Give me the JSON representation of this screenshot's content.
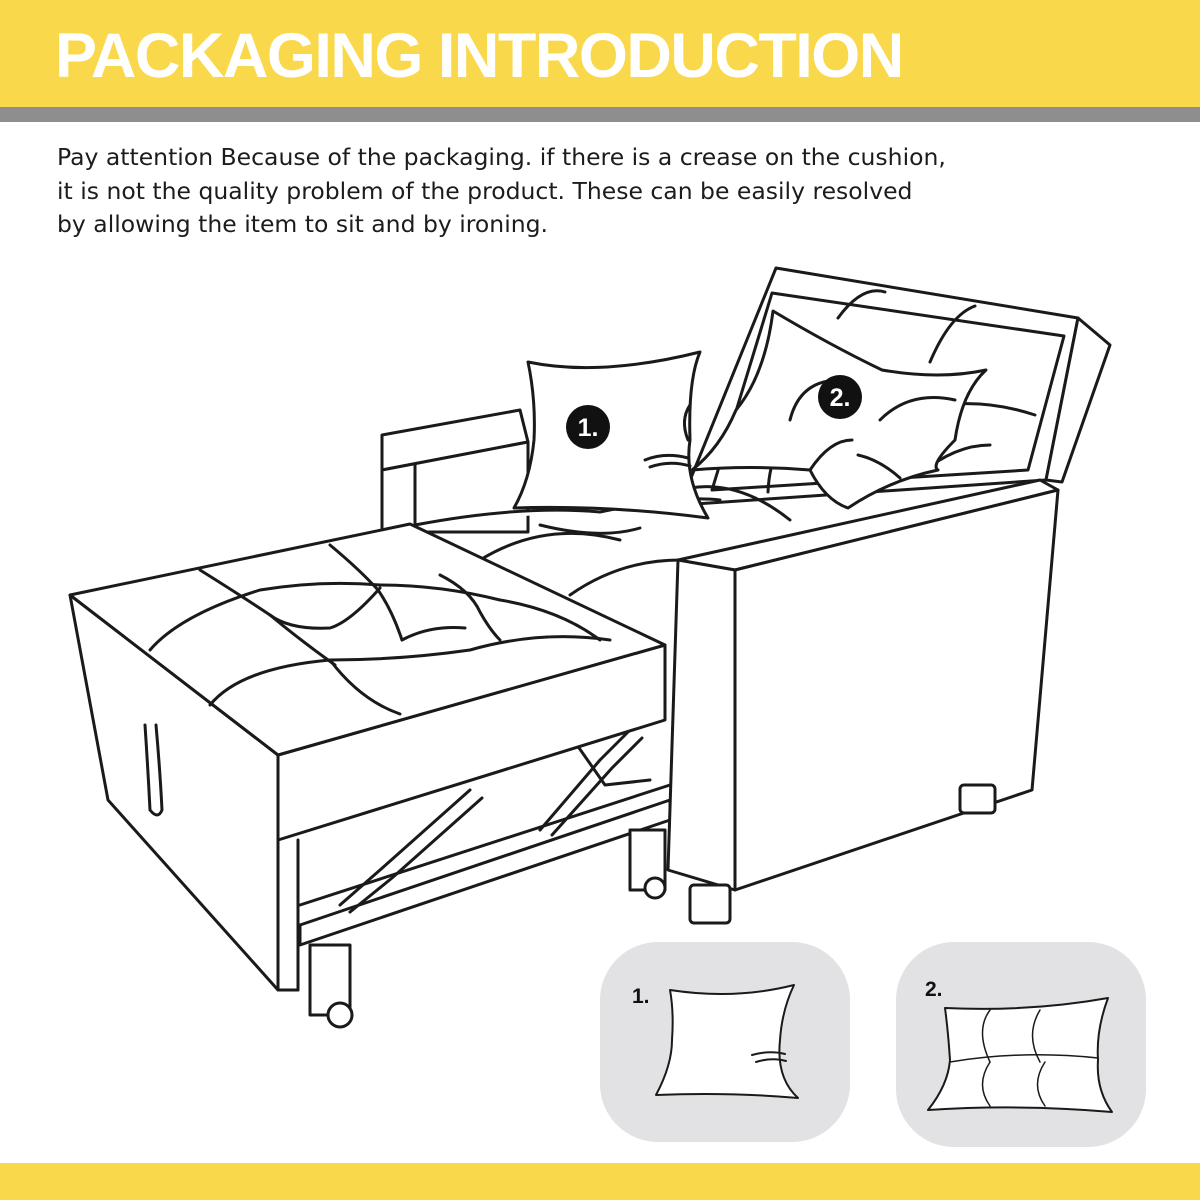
{
  "colors": {
    "banner": "#F9D84B",
    "rule": "#8E8E8E",
    "tile": "#E2E1E3",
    "ink": "#1A1A1A"
  },
  "header": {
    "title": "PACKAGING INTRODUCTION"
  },
  "intro": {
    "lines": [
      "Pay attention Because of the packaging. if there is a crease on the cushion,",
      "it is not the quality problem of the product. These can be easily resolved",
      "by allowing the item to sit and by ironing."
    ]
  },
  "illustration": {
    "markers": [
      "1.",
      "2."
    ],
    "callouts": [
      {
        "label": "1.",
        "icon": "plain-pillow-icon"
      },
      {
        "label": "2.",
        "icon": "tufted-pillow-icon"
      }
    ]
  }
}
